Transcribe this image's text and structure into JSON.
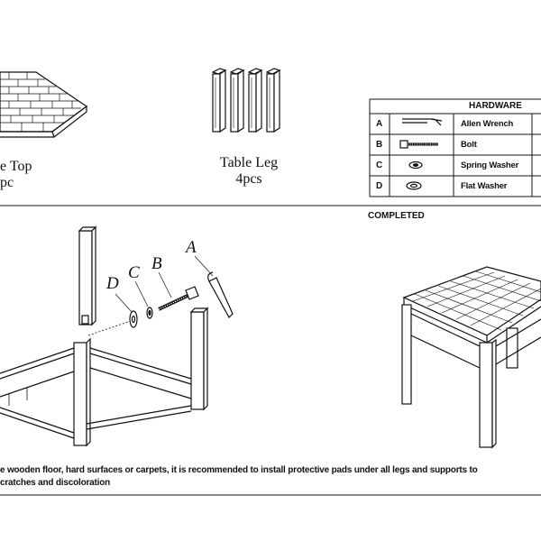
{
  "parts": {
    "table_top_caption_1": "e Top",
    "table_top_caption_2": "pc",
    "table_leg_caption_1": "Table Leg",
    "table_leg_caption_2": "4pcs"
  },
  "hardware": {
    "title": "HARDWARE",
    "rows": [
      {
        "letter": "A",
        "name": "Allen Wrench",
        "icon": "allen-wrench-icon"
      },
      {
        "letter": "B",
        "name": "Bolt",
        "icon": "bolt-icon"
      },
      {
        "letter": "C",
        "name": "Spring Washer",
        "icon": "spring-washer-icon"
      },
      {
        "letter": "D",
        "name": "Flat Washer",
        "icon": "flat-washer-icon"
      }
    ]
  },
  "completed_label": "COMPLETED",
  "callouts": {
    "d": "D",
    "c": "C",
    "b": "B",
    "a": "A"
  },
  "note": {
    "line1": "e wooden floor, hard surfaces or carpets, it is recommended to install protective pads under all legs and supports to",
    "line2": "cratches and discoloration"
  }
}
